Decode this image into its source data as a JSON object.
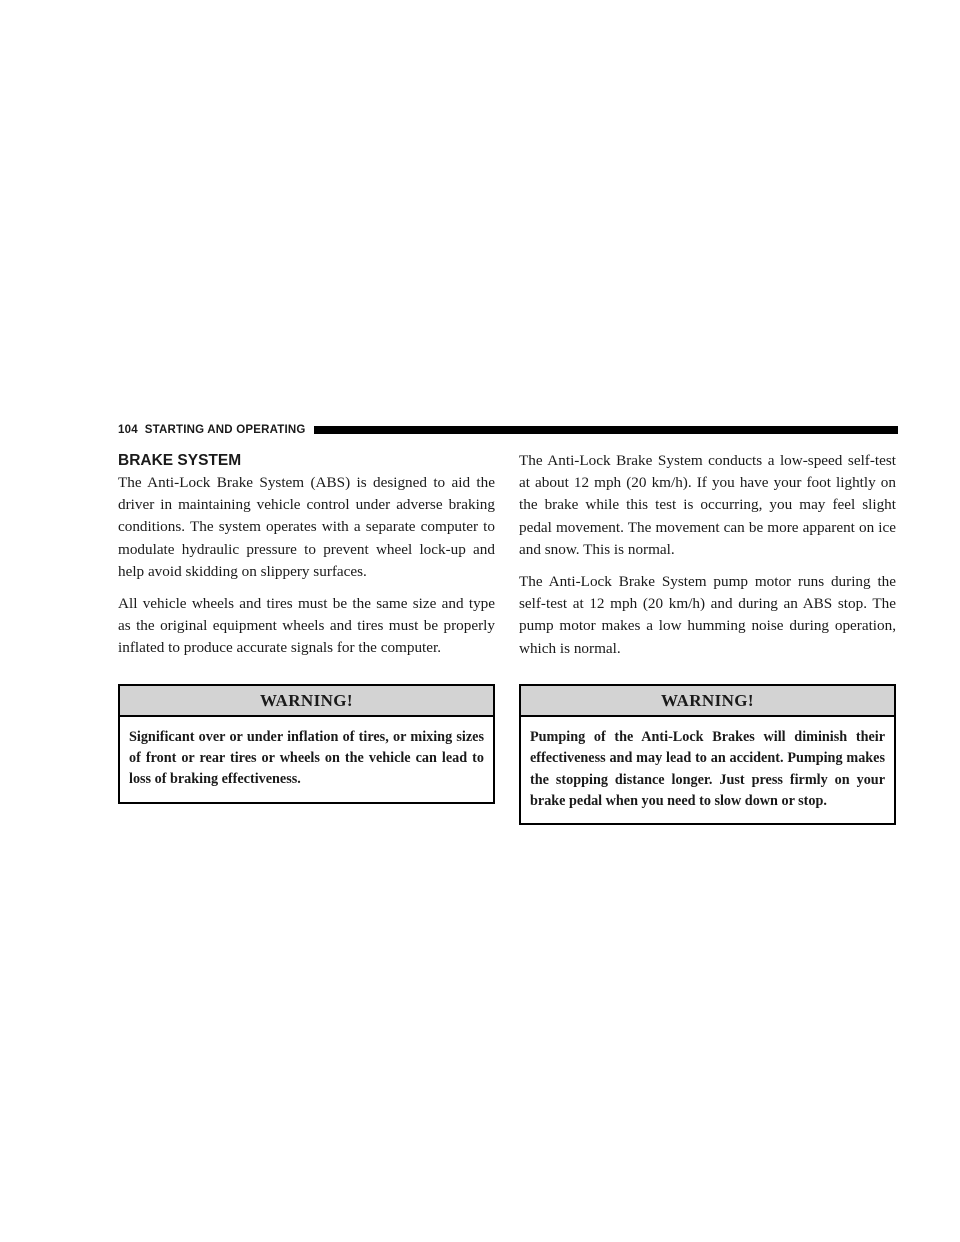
{
  "header": {
    "page_number": "104",
    "section_title": "STARTING AND OPERATING"
  },
  "left_column": {
    "heading": "BRAKE SYSTEM",
    "paragraphs": [
      "The Anti-Lock Brake System (ABS) is designed to aid the driver in maintaining vehicle control under adverse braking conditions. The system operates with a separate computer to modulate hydraulic pressure to prevent wheel lock-up and help avoid skidding on slippery surfaces.",
      "All vehicle wheels and tires must be the same size and type as the original equipment wheels and tires must be properly inflated to produce accurate signals for the computer."
    ],
    "warning": {
      "title": "WARNING!",
      "text": "Significant over or under inflation of tires, or mixing sizes of front or rear tires or wheels on the vehicle can lead to loss of braking effectiveness."
    }
  },
  "right_column": {
    "paragraphs": [
      "The Anti-Lock Brake System conducts a low-speed self-test at about 12 mph (20 km/h). If you have your foot lightly on the brake while this test is occurring, you may feel slight pedal movement. The movement can be more apparent on ice and snow. This is normal.",
      "The Anti-Lock Brake System pump motor runs during the self-test at 12 mph (20 km/h) and during an ABS stop. The pump motor makes a low humming noise during operation, which is normal."
    ],
    "warning": {
      "title": "WARNING!",
      "text": "Pumping of the Anti-Lock Brakes will diminish their effectiveness and may lead to an accident. Pumping makes the stopping distance longer. Just press firmly on your brake pedal when you need to slow down or stop."
    }
  }
}
